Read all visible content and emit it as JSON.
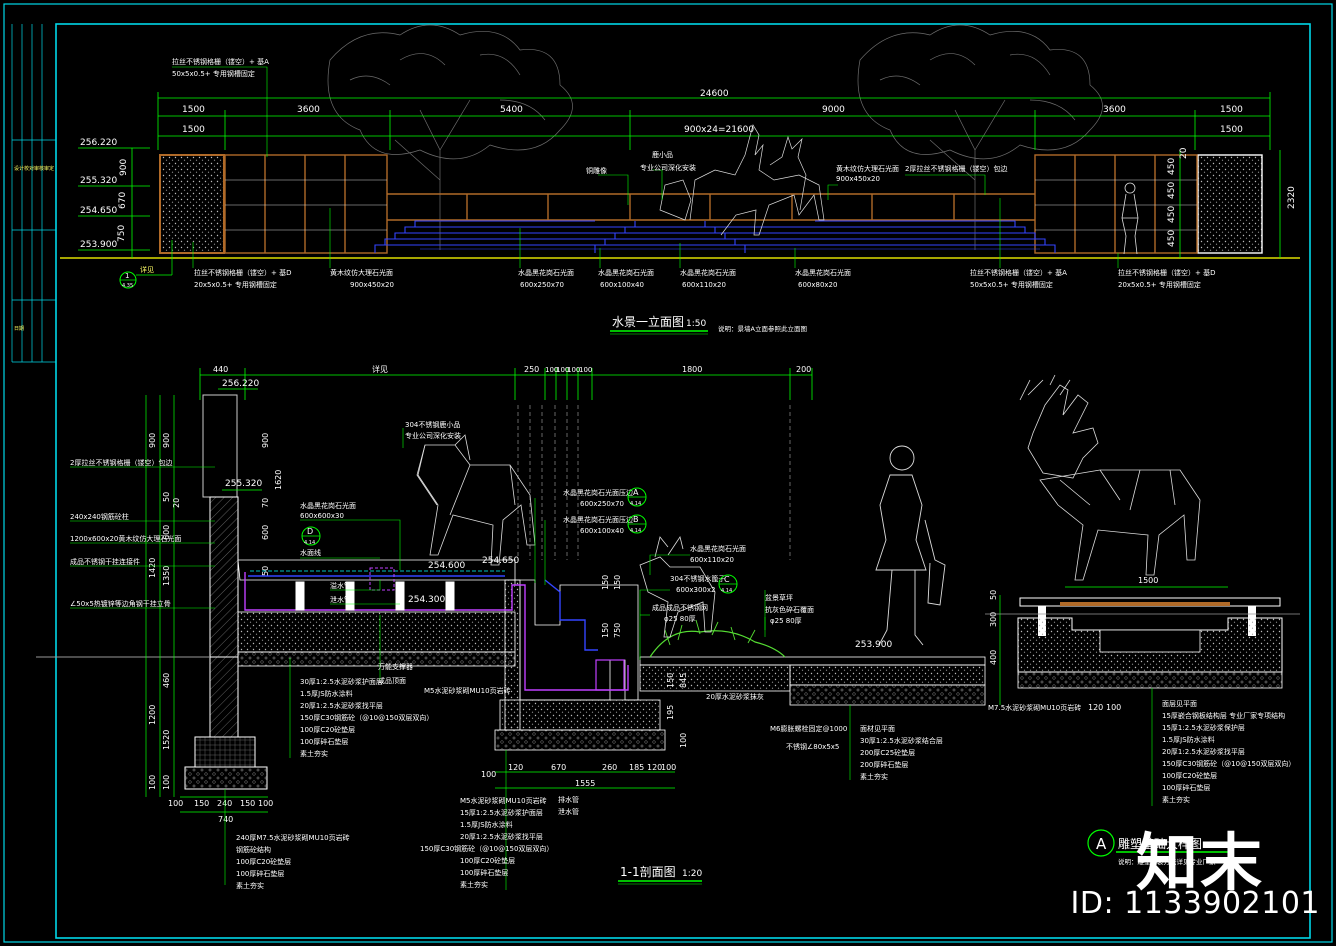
{
  "colors": {
    "background": "#000000",
    "frame": "#00d8e8",
    "dimension": "#00ff00",
    "linework": "#ffffff",
    "steel": "#b06a28",
    "water": "#3344ff",
    "membrane": "#c040ff",
    "note": "#ffff66",
    "plant": "#55dd33",
    "hatch": "#c8c8c8"
  },
  "elevation": {
    "title": "水景一立面图",
    "scale": "1:50",
    "note": "说明：景墙A立面参照此立面图",
    "dims_row1": [
      "1500",
      "3600",
      "5400",
      "9000",
      "3600",
      "1500"
    ],
    "dims_row2": [
      "1500",
      "900x24=21600",
      "1500"
    ],
    "dim_total": "24600",
    "left_levels": [
      "256.220",
      "255.320",
      "254.650",
      "253.900"
    ],
    "left_dims": [
      "900",
      "670",
      "750"
    ],
    "right_dims": [
      "450",
      "450",
      "450",
      "450",
      "20"
    ],
    "right_total": "2320",
    "callout_num": "1",
    "callout_ref": "4.35",
    "callout_text": "详见",
    "top_notes": [
      {
        "id": "en-1",
        "l1": "拉丝不锈钢格栅（镂空）+ 基A",
        "l2": "50x5x0.5+ 专用钢槽固定"
      },
      {
        "id": "en-2",
        "l1": "铜雕像",
        "l2": ""
      },
      {
        "id": "en-3",
        "l1": "鹿小品",
        "l2": "专业公司深化安装"
      },
      {
        "id": "en-4",
        "l1": "黄木纹仿大理石光面",
        "l2": "900x450x20"
      },
      {
        "id": "en-5",
        "l1": "2厚拉丝不锈钢格栅（镂空）包边",
        "l2": ""
      }
    ],
    "bottom_notes": [
      {
        "id": "eb-1",
        "l1": "拉丝不锈钢格栅（镂空）+ 基D",
        "l2": "20x5x0.5+ 专用钢槽固定"
      },
      {
        "id": "eb-2",
        "l1": "黄木纹仿大理石光面",
        "l2": "900x450x20"
      },
      {
        "id": "eb-3",
        "l1": "水晶黑花岗石光面",
        "l2": "600x250x70"
      },
      {
        "id": "eb-4",
        "l1": "水晶黑花岗石光面",
        "l2": "600x100x40"
      },
      {
        "id": "eb-5",
        "l1": "水晶黑花岗石光面",
        "l2": "600x110x20"
      },
      {
        "id": "eb-6",
        "l1": "水晶黑花岗石光面",
        "l2": "600x80x20"
      },
      {
        "id": "eb-7",
        "l1": "拉丝不锈钢格栅（镂空）+ 基A",
        "l2": "50x5x0.5+ 专用钢槽固定"
      },
      {
        "id": "eb-8",
        "l1": "拉丝不锈钢格栅（镂空）+ 基D",
        "l2": "20x5x0.5+ 专用钢槽固定"
      }
    ]
  },
  "section": {
    "title": "1-1剖面图",
    "scale": "1:20",
    "top_dims": [
      "440",
      "详见",
      "250",
      "100",
      "100",
      "100",
      "100",
      "1800",
      "200"
    ],
    "level_top": "256.220",
    "level_wall": "255.320",
    "levels_pool": [
      "254.600",
      "254.650",
      "254.300",
      "253.900"
    ],
    "left_vert": [
      "900",
      "900",
      "50",
      "20",
      "600",
      "1420",
      "1350",
      "460",
      "1200",
      "1520",
      "100",
      "100"
    ],
    "mid_vert": [
      "900",
      "70",
      "1620",
      "600",
      "50"
    ],
    "left_notes": [
      "2厚拉丝不锈钢格栅（镂空）包边",
      "240x240钢筋砼柱",
      "1200x600x20黄木纹仿大理石光面",
      "成品不锈钢干挂连接件",
      "∠50x5热镀锌等边角钢干挂立骨"
    ],
    "pool_notes": [
      {
        "id": "pn-1",
        "l1": "304不锈钢鹿小品",
        "l2": "专业公司深化安装"
      },
      {
        "id": "pn-2",
        "l1": "水晶黑花岗石光面",
        "l2": "600x600x30"
      },
      {
        "id": "pn-3",
        "l1": "水面线",
        "l2": ""
      },
      {
        "id": "pn-4",
        "l1": "溢水管",
        "l2": ""
      },
      {
        "id": "pn-5",
        "l1": "泄水管",
        "l2": ""
      },
      {
        "id": "pn-6",
        "l1": "万能支撑器",
        "l2": ""
      },
      {
        "id": "pn-7",
        "l1": "成品顶面",
        "l2": ""
      }
    ],
    "mid_notes": [
      {
        "id": "mn-1",
        "l1": "水晶黑花岗石光面压边",
        "l2": "600x250x70"
      },
      {
        "id": "mn-2",
        "l1": "水晶黑花岗石光面压边",
        "l2": "600x100x40"
      },
      {
        "id": "mn-3",
        "l1": "水晶黑花岗石光面",
        "l2": "600x110x20"
      },
      {
        "id": "mn-4",
        "l1": "304不锈钢水篦子",
        "l2": "600x300x2"
      },
      {
        "id": "mn-5",
        "l1": "成品成品不锈钢网",
        "l2": "φ25 80厚"
      },
      {
        "id": "mn-6",
        "l1": "盆景草坪",
        "l2": ""
      },
      {
        "id": "mn-7",
        "l1": "抗灰色碎石覆面",
        "l2": "φ25 80厚"
      }
    ],
    "callouts": [
      {
        "id": "A",
        "ref": "4.14"
      },
      {
        "id": "B",
        "ref": "4.14"
      },
      {
        "id": "C",
        "ref": "4.14"
      },
      {
        "id": "D",
        "ref": "4.14"
      }
    ],
    "layers_left": [
      "30厚1:2.5水泥砂浆护面层",
      "1.5厚JS防水涂料",
      "20厚1:2.5水泥砂浆找平层",
      "150厚C30钢筋砼（@10@150双层双向）",
      "100厚C20砼垫层",
      "100厚碎石垫层",
      "素土夯实"
    ],
    "wall_note": "M5水泥砂浆砌MU10页岩砖",
    "bottom_dims": [
      "100",
      "120",
      "670",
      "260",
      "185",
      "120",
      "100"
    ],
    "bottom_total": "1555",
    "col_dims": [
      "100",
      "150",
      "240",
      "150",
      "100"
    ],
    "col_total": "740",
    "col_layers": [
      "240厚M7.5水泥砂浆砌MU10页岩砖",
      "钢筋砼结构",
      "100厚C20砼垫层",
      "100厚碎石垫层",
      "素土夯实"
    ],
    "under_layers": [
      "M5水泥砂浆砌MU10页岩砖",
      "15厚1:2.5水泥砂浆护面层",
      "1.5厚JS防水涂料",
      "20厚1:2.5水泥砂浆找平层",
      "150厚C30钢筋砼（@10@150双层双向）",
      "100厚C20砼垫层",
      "100厚碎石垫层",
      "素土夯实"
    ],
    "drain_labels": [
      "排水管",
      "泄水管"
    ],
    "pave_notes": [
      "20厚水泥砂浆抹灰",
      "M6膨胀螺栓固定@1000",
      "不锈钢∠80x5x5"
    ],
    "pave_layers": [
      "面材见平面",
      "30厚1:2.5水泥砂浆结合层",
      "200厚C25砼垫层",
      "200厚碎石垫层",
      "素土夯实"
    ]
  },
  "detail_a": {
    "callout": "A",
    "title": "雕塑基础大样图",
    "scale": "1:20",
    "note": "说明：雕塑安装方法详见专业厂家",
    "dims": [
      "1500",
      "50",
      "300",
      "400",
      "120",
      "100"
    ],
    "layers": [
      "面层见平面",
      "15厚嵌合钢板结构层 专业厂家专项结构",
      "15厚1:2.5水泥砂浆保护层",
      "1.5厚JS防水涂料",
      "20厚1:2.5水泥砂浆找平层",
      "150厚C30钢筋砼（@10@150双层双向）",
      "100厚C20砼垫层",
      "100厚碎石垫层",
      "素土夯实"
    ],
    "wall_note": "M7.5水泥砂浆砌MU10页岩砖"
  },
  "title_block": {
    "cells": [
      "设计",
      "校对",
      "审核",
      "审定",
      "日期"
    ]
  },
  "watermark": {
    "logo_text": "知末",
    "image_id": "ID: 1133902101"
  }
}
